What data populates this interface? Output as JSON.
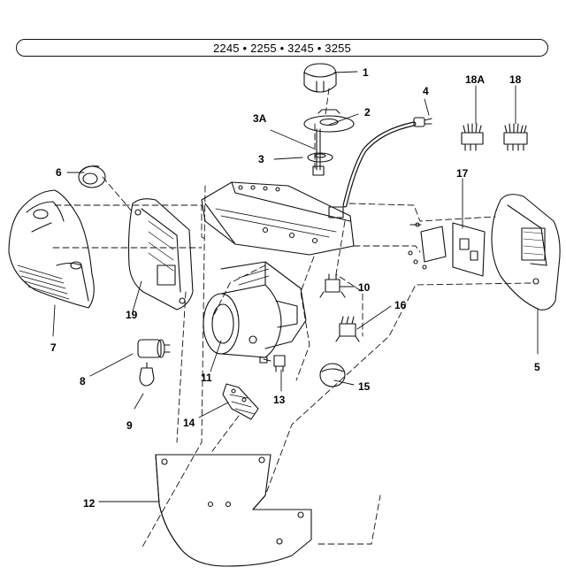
{
  "header": {
    "models": "2245 • 2255 • 3245 • 3255"
  },
  "callouts": {
    "c1": "1",
    "c2": "2",
    "c3A": "3A",
    "c3": "3",
    "c4": "4",
    "c5": "5",
    "c6": "6",
    "c7": "7",
    "c8": "8",
    "c9": "9",
    "c10": "10",
    "c11": "11",
    "c12": "12",
    "c13": "13",
    "c14": "14",
    "c15": "15",
    "c16": "16",
    "c17": "17",
    "c18": "18",
    "c18A": "18A",
    "c19": "19"
  }
}
